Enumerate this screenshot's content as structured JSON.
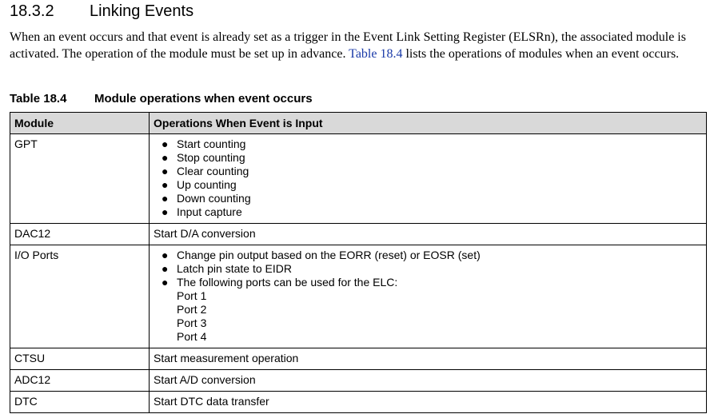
{
  "section": {
    "number": "18.3.2",
    "title": "Linking Events"
  },
  "paragraph": {
    "part1": "When an event occurs and that event is already set as a trigger in the Event Link Setting Register (ELSRn), the associated module is activated. The operation of the module must be set up in advance. ",
    "link": "Table 18.4",
    "part2": " lists the operations of modules when an event occurs."
  },
  "table_caption": {
    "number": "Table 18.4",
    "title": "Module operations when event occurs"
  },
  "table": {
    "headers": [
      "Module",
      "Operations When Event is Input"
    ],
    "rows": [
      {
        "module": "GPT",
        "bullets": [
          "Start counting",
          "Stop counting",
          "Clear counting",
          "Up counting",
          "Down counting",
          "Input capture"
        ]
      },
      {
        "module": "DAC12",
        "text": "Start D/A conversion"
      },
      {
        "module": "I/O Ports",
        "bullets": [
          "Change pin output based on the EORR (reset) or EOSR (set)",
          "Latch pin state to EIDR",
          "The following ports can be used for the ELC:"
        ],
        "sublines": [
          "Port 1",
          "Port 2",
          "Port 3",
          "Port 4"
        ]
      },
      {
        "module": "CTSU",
        "text": "Start measurement operation"
      },
      {
        "module": "ADC12",
        "text": "Start A/D conversion"
      },
      {
        "module": "DTC",
        "text": "Start DTC data transfer"
      }
    ]
  }
}
